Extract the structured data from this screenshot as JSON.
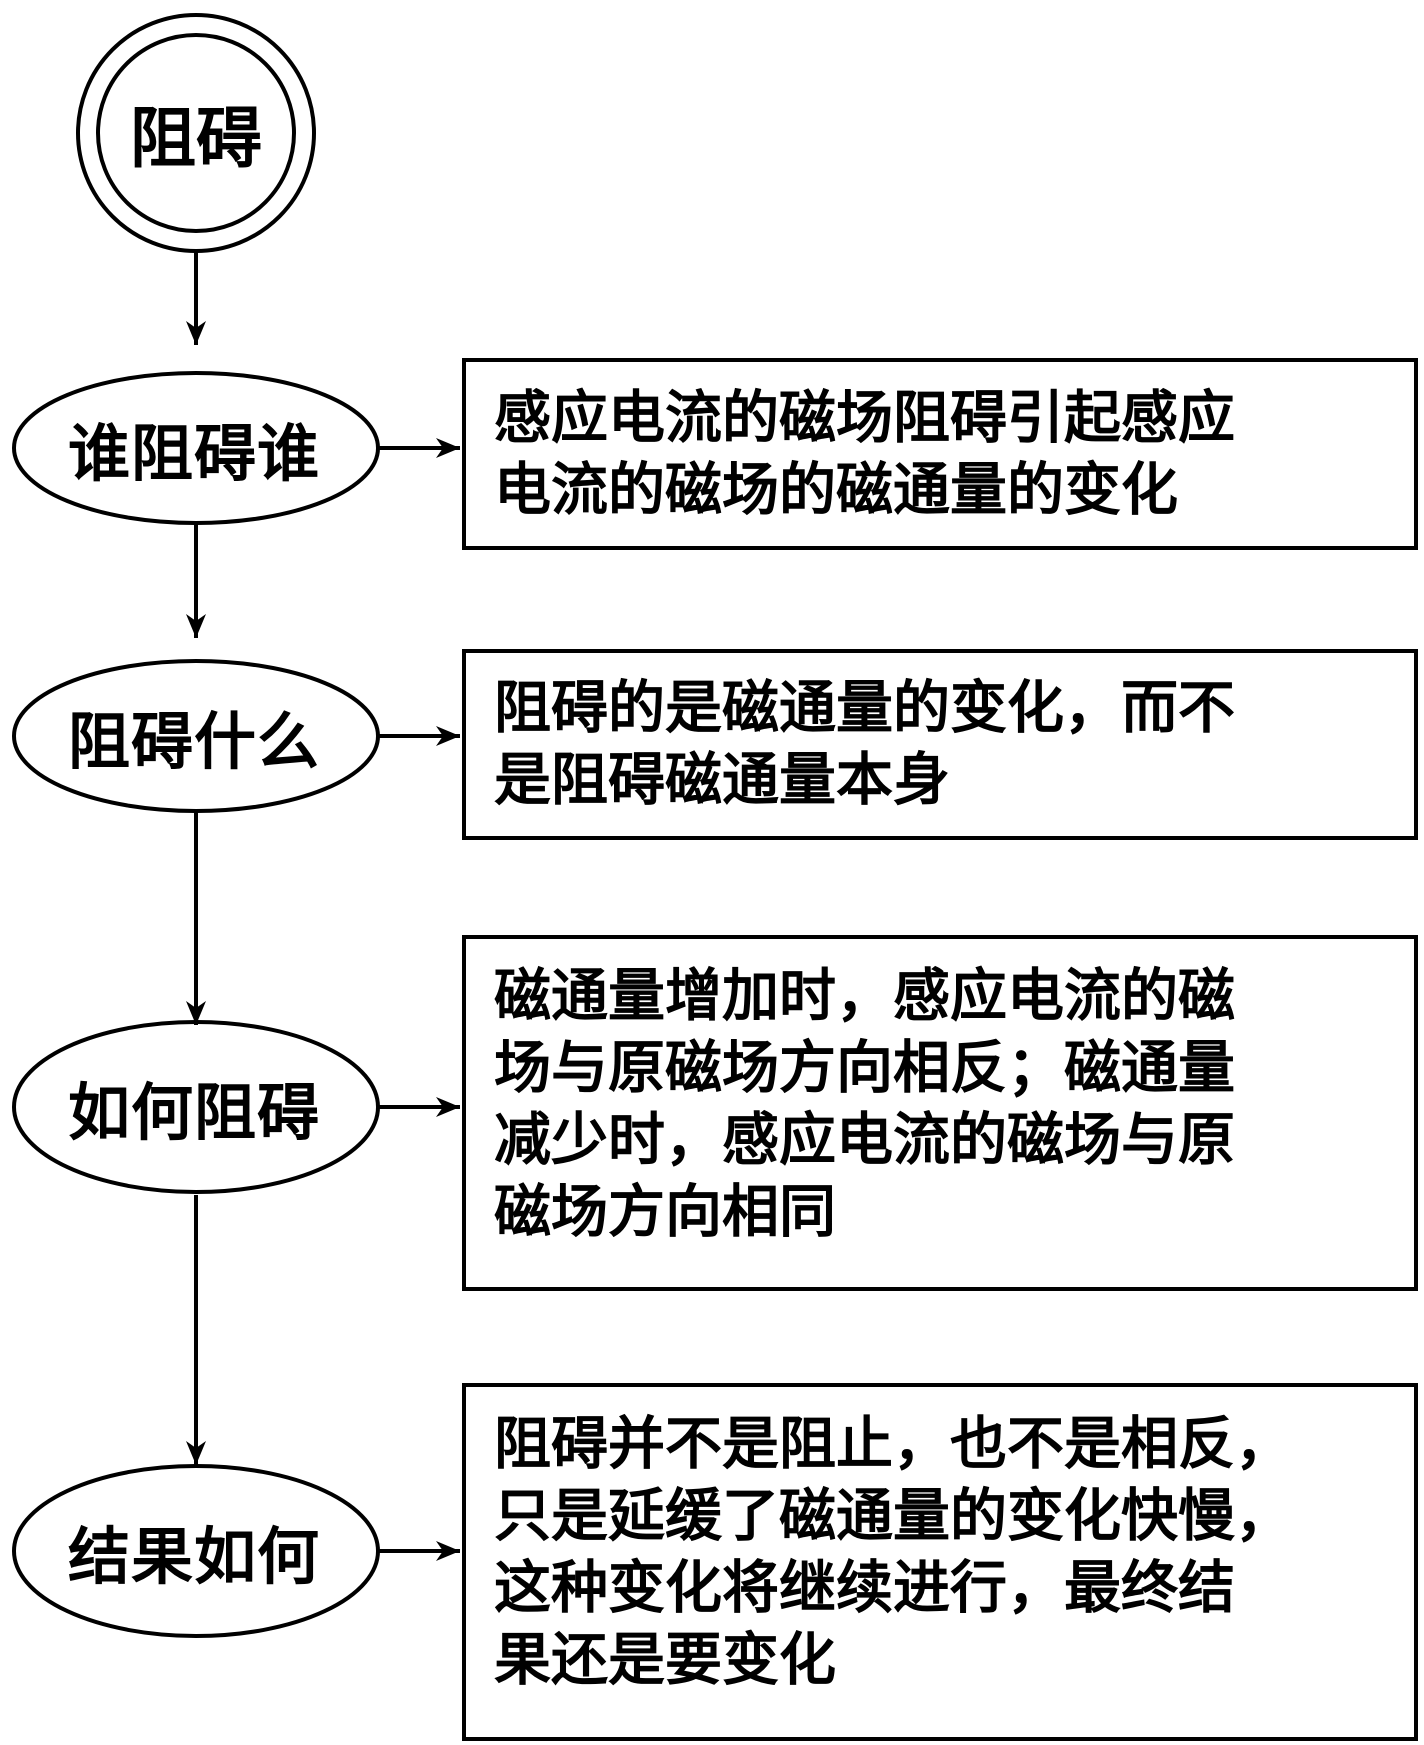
{
  "diagram": {
    "start": {
      "label": "阻碍"
    },
    "steps": [
      {
        "question": "谁阻碍谁",
        "answer": [
          "感应电流的磁场阻碍引起感应",
          "电流的磁场的磁通量的变化"
        ]
      },
      {
        "question": "阻碍什么",
        "answer": [
          "阻碍的是磁通量的变化，而不",
          "是阻碍磁通量本身"
        ]
      },
      {
        "question": "如何阻碍",
        "answer": [
          "磁通量增加时，感应电流的磁",
          "场与原磁场方向相反；磁通量",
          "减少时，感应电流的磁场与原",
          "磁场方向相同"
        ]
      },
      {
        "question": "结果如何",
        "answer": [
          "阻碍并不是阻止，也不是相反，",
          "只是延缓了磁通量的变化快慢，",
          "这种变化将继续进行，最终结",
          "果还是要变化"
        ]
      }
    ]
  }
}
